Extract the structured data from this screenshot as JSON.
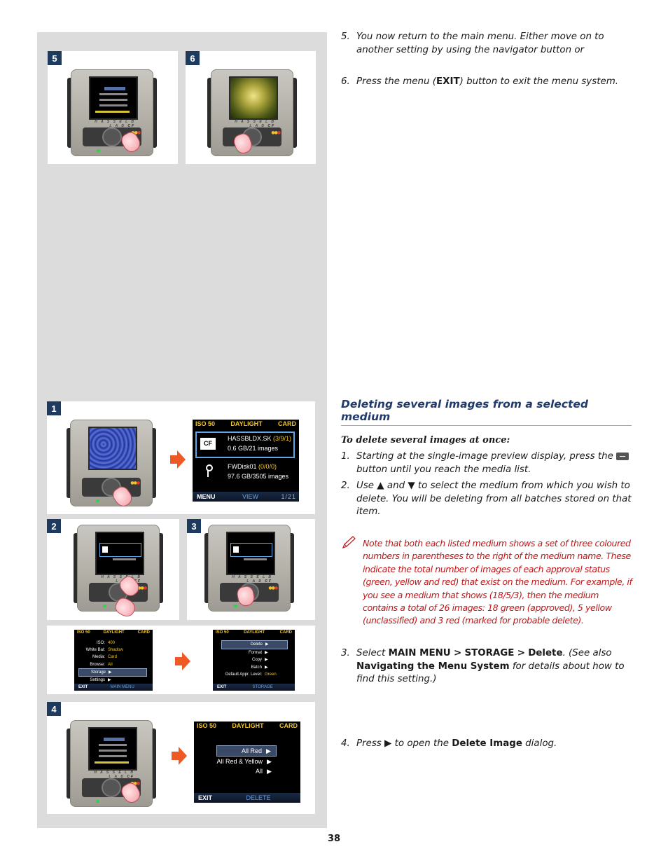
{
  "page": {
    "number": "38"
  },
  "figures": {
    "top": [
      {
        "badge": "5"
      },
      {
        "badge": "6"
      }
    ],
    "bottom": [
      {
        "badge": "1"
      },
      {
        "badge": "2"
      },
      {
        "badge": "3"
      },
      {
        "badge": "4"
      }
    ],
    "media_screen": {
      "top_left": "ISO 50",
      "top_mid": "DAYLIGHT",
      "top_right": "CARD",
      "cf_label": "CF",
      "item1_name": "HASSBLDX.SK",
      "item1_counts": "(3/9/1)",
      "item1_info": "0.6 GB/21 images",
      "item2_name": "FWDisk01",
      "item2_counts": "(0/0/0)",
      "item2_info": "97.6 GB/3505 images",
      "bottom_btn": "MENU",
      "bottom_mid": "VIEW",
      "bottom_end": "1/21"
    },
    "main_menu_screen": {
      "top_left": "ISO 50",
      "top_mid": "DAYLIGHT",
      "top_right": "CARD",
      "rows": [
        {
          "label": "ISO:",
          "value": "400"
        },
        {
          "label": "White Bal:",
          "value": "Shadow"
        },
        {
          "label": "Media:",
          "value": "Card"
        },
        {
          "label": "Browse:",
          "value": "All"
        },
        {
          "label": "Storage",
          "value": "▶"
        },
        {
          "label": "Settings",
          "value": "▶"
        }
      ],
      "bottom_btn": "EXIT",
      "bottom_mid": "MAIN MENU"
    },
    "storage_screen": {
      "top_left": "ISO 50",
      "top_mid": "DAYLIGHT",
      "top_right": "CARD",
      "rows": [
        {
          "label": "Delete",
          "value": "▶"
        },
        {
          "label": "Format",
          "value": "▶"
        },
        {
          "label": "Copy",
          "value": "▶"
        },
        {
          "label": "Batch",
          "value": "▶"
        },
        {
          "label": "Default Appr. Level:",
          "value": "Green"
        }
      ],
      "bottom_btn": "EXIT",
      "bottom_mid": "STORAGE"
    },
    "delete_screen": {
      "top_left": "ISO 50",
      "top_mid": "DAYLIGHT",
      "top_right": "CARD",
      "rows": [
        {
          "label": "All Red",
          "value": "▶"
        },
        {
          "label": "All Red & Yellow",
          "value": "▶"
        },
        {
          "label": "All",
          "value": "▶"
        }
      ],
      "bottom_btn": "EXIT",
      "bottom_mid": "DELETE"
    }
  },
  "instructions_top": [
    {
      "num": "5.",
      "text": "You now return to the main menu. Either move on to another setting by using the navigator button or"
    },
    {
      "num": "6.",
      "pre": "Press the menu (",
      "bold": "EXIT",
      "post": ") button to exit the menu system."
    }
  ],
  "section": {
    "heading": "Deleting several images from a selected medium",
    "subheading": "To delete several images at once:",
    "step1": {
      "num": "1.",
      "pre": "Starting at the single-image preview display, press the",
      "post": "button until you reach the media list."
    },
    "step2": {
      "num": "2.",
      "pre": "Use",
      "up": "▲",
      "and": "and",
      "down": "▼",
      "post": "to select the medium from which you wish to delete. You will be deleting from all batches stored on that item."
    },
    "note": "Note that both each listed medium shows a set of three coloured numbers in parentheses to the right of the medium name. These indicate the total number of images of each approval status (green, yellow and red) that exist on the medium. For example, if you see a medium that shows (18/5/3), then the medium contains a total of 26 images: 18 green (approved), 5 yellow (unclassified) and 3 red (marked for probable delete).",
    "step3": {
      "num": "3.",
      "pre": "Select",
      "b1": "MAIN MENU",
      "sep1": ">",
      "b2": "STORAGE",
      "sep2": ">",
      "b3": "Delete",
      "mid": ". (See also",
      "b4": "Navigating the Menu System",
      "post": "for details about how to find this setting.)"
    },
    "step4": {
      "num": "4.",
      "pre": "Press",
      "arrow": "▶",
      "mid": "to open the",
      "bold": "Delete Image",
      "post": "dialog."
    }
  }
}
